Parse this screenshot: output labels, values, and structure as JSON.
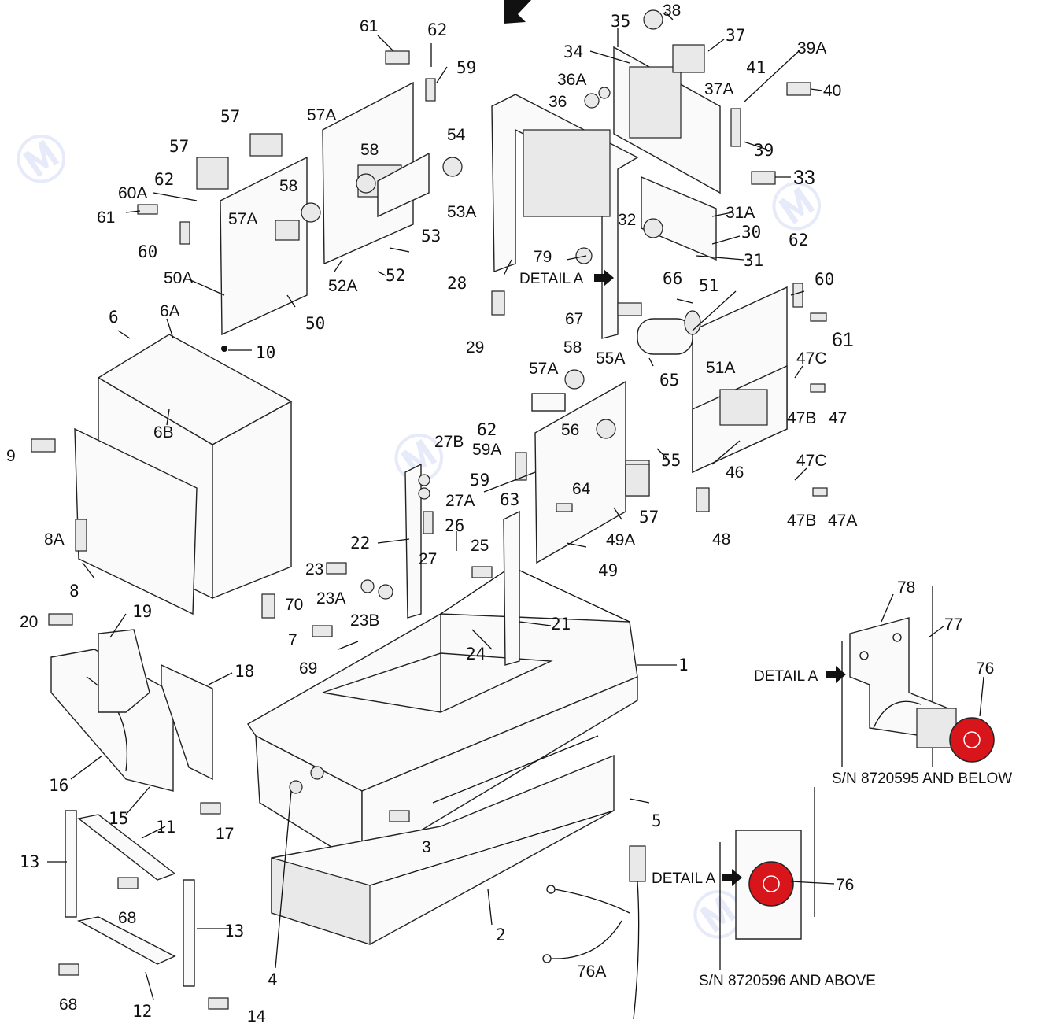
{
  "labels": {
    "l1": "1",
    "l2": "2",
    "l3": "3",
    "l4": "4",
    "l5": "5",
    "l6": "6",
    "l6A": "6A",
    "l6B": "6B",
    "l7": "7",
    "l8": "8",
    "l8A": "8A",
    "l9": "9",
    "l10": "10",
    "l11": "11",
    "l12": "12",
    "l13a": "13",
    "l13b": "13",
    "l14": "14",
    "l15": "15",
    "l16": "16",
    "l17": "17",
    "l18": "18",
    "l19": "19",
    "l20": "20",
    "l21": "21",
    "l22": "22",
    "l23": "23",
    "l23A": "23A",
    "l23B": "23B",
    "l24": "24",
    "l25": "25",
    "l26": "26",
    "l27": "27",
    "l27A": "27A",
    "l27B": "27B",
    "l28": "28",
    "l29": "29",
    "l30": "30",
    "l31": "31",
    "l31A": "31A",
    "l32": "32",
    "l33": "33",
    "l34": "34",
    "l35": "35",
    "l36": "36",
    "l36A": "36A",
    "l37": "37",
    "l37A": "37A",
    "l38": "38",
    "l39": "39",
    "l39A": "39A",
    "l40": "40",
    "l41": "41",
    "l46": "46",
    "l47": "47",
    "l47A": "47A",
    "l47Ba": "47B",
    "l47Bb": "47B",
    "l47Ca": "47C",
    "l47Cb": "47C",
    "l48": "48",
    "l49": "49",
    "l49A": "49A",
    "l50": "50",
    "l50A": "50A",
    "l51": "51",
    "l51A": "51A",
    "l52": "52",
    "l52A": "52A",
    "l53": "53",
    "l53A": "53A",
    "l54": "54",
    "l55": "55",
    "l55A": "55A",
    "l56": "56",
    "l57a": "57",
    "l57b": "57",
    "l57c": "57",
    "l57Aa": "57A",
    "l57Ab": "57A",
    "l57Ac": "57A",
    "l58a": "58",
    "l58b": "58",
    "l58c": "58",
    "l59a": "59",
    "l59b": "59",
    "l59A": "59A",
    "l60a": "60",
    "l60b": "60",
    "l60A": "60A",
    "l61a": "61",
    "l61b": "61",
    "l61c": "61",
    "l62a": "62",
    "l62b": "62",
    "l62c": "62",
    "l62d": "62",
    "l63": "63",
    "l64": "64",
    "l65": "65",
    "l66": "66",
    "l67": "67",
    "l68a": "68",
    "l68b": "68",
    "l69": "69",
    "l70": "70",
    "l76a": "76",
    "l76b": "76",
    "l76A": "76A",
    "l77": "77",
    "l78": "78",
    "l79": "79"
  },
  "details": {
    "detail_a_main": "DETAIL A",
    "detail_a_upper": "DETAIL A",
    "detail_a_lower": "DETAIL A",
    "sn_below": "S/N 8720595 AND BELOW",
    "sn_above": "S/N 8720596 AND ABOVE"
  },
  "colors": {
    "stop_button_red": "#d8151b",
    "ink": "#111111"
  },
  "icons": {
    "view_arrow": "arrow-down-left-icon",
    "detail_pointer": "arrow-right-icon"
  }
}
